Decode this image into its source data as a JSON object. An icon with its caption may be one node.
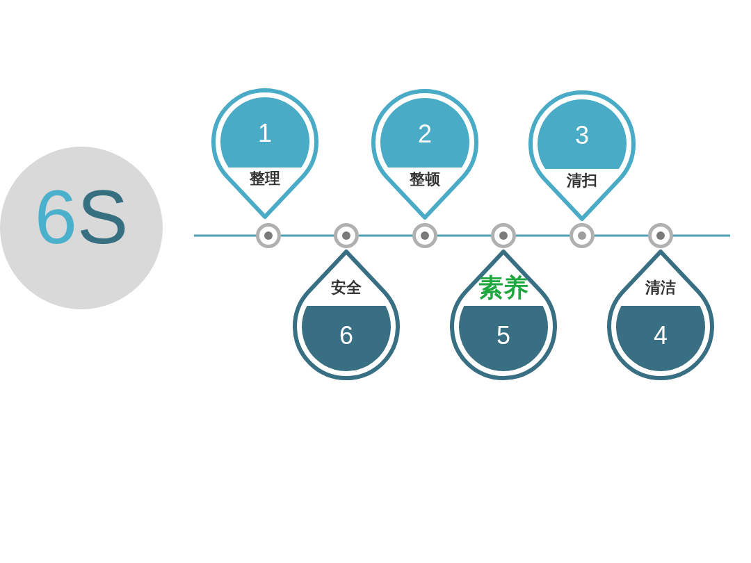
{
  "diagram": {
    "nodes": [
      {
        "text": [
          "6S"
        ]
      },
      {
        "text": [
          "1",
          "整理"
        ]
      },
      {
        "text": [
          "2",
          "整顿"
        ]
      },
      {
        "text": [
          "3",
          "清扫"
        ]
      },
      {
        "text": [
          "安全",
          "6"
        ]
      },
      {
        "text": [
          "素养",
          "5"
        ]
      },
      {
        "text": [
          "清洁",
          "4"
        ]
      }
    ]
  }
}
